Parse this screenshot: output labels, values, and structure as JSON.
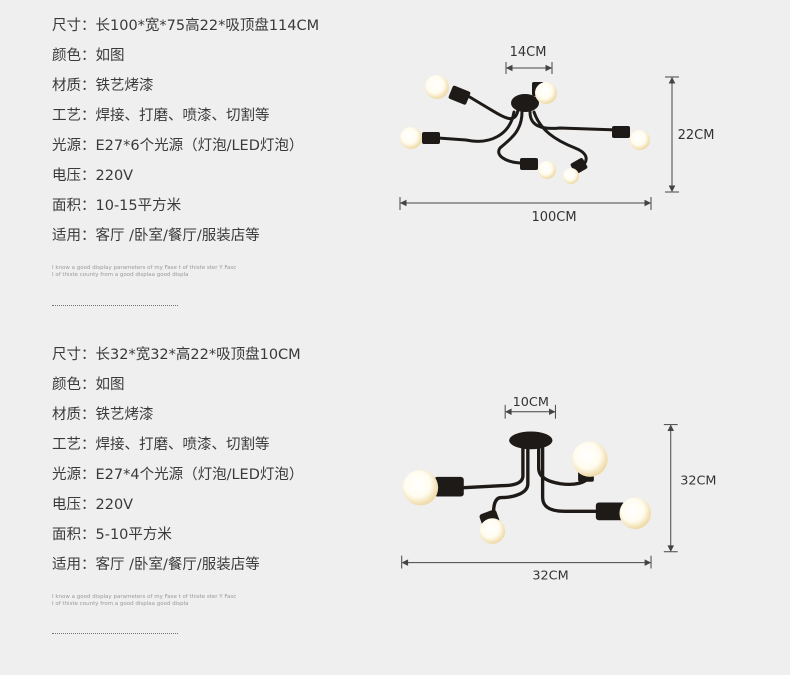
{
  "products": [
    {
      "specs": [
        {
          "label": "尺寸：",
          "value": "长100*宽*75高22*吸顶盘114CM"
        },
        {
          "label": "颜色：",
          "value": "如图"
        },
        {
          "label": "材质：",
          "value": "铁艺烤漆"
        },
        {
          "label": "工艺：",
          "value": "焊接、打磨、喷漆、切割等"
        },
        {
          "label": "光源：",
          "value": "E27*6个光源（灯泡/LED灯泡）"
        },
        {
          "label": "电压：",
          "value": "220V"
        },
        {
          "label": "面积：",
          "value": "10-15平方米"
        },
        {
          "label": "适用：",
          "value": "客厅 /卧室/餐厅/服装店等"
        }
      ],
      "fine_print": [
        "I know a good display parameters of my Fase t of thiste ster Y Fasc",
        "I of thiste county from a good displaa good displa"
      ],
      "dimensions": {
        "top": "14CM",
        "side": "22CM",
        "bottom": "100CM"
      },
      "bulb_count": 6
    },
    {
      "specs": [
        {
          "label": "尺寸：",
          "value": "长32*宽32*高22*吸顶盘10CM"
        },
        {
          "label": "颜色：",
          "value": "如图"
        },
        {
          "label": "材质：",
          "value": "铁艺烤漆"
        },
        {
          "label": "工艺：",
          "value": "焊接、打磨、喷漆、切割等"
        },
        {
          "label": "光源：",
          "value": "E27*4个光源（灯泡/LED灯泡）"
        },
        {
          "label": "电压：",
          "value": "220V"
        },
        {
          "label": "面积：",
          "value": "5-10平方米"
        },
        {
          "label": "适用：",
          "value": "客厅 /卧室/餐厅/服装店等"
        }
      ],
      "fine_print": [
        "I know a good display parameters of my Fase t of thiste ster Y Fasc",
        "I of thiste county from a good displaa good displa"
      ],
      "dimensions": {
        "top": "10CM",
        "side": "32CM",
        "bottom": "32CM"
      },
      "bulb_count": 4
    }
  ],
  "colors": {
    "background": "#efefef",
    "fixture": "#1e1a18",
    "bulb": "#fffdf5",
    "bulb_glow": "#f6e9c8",
    "dimension_line": "#444444"
  }
}
